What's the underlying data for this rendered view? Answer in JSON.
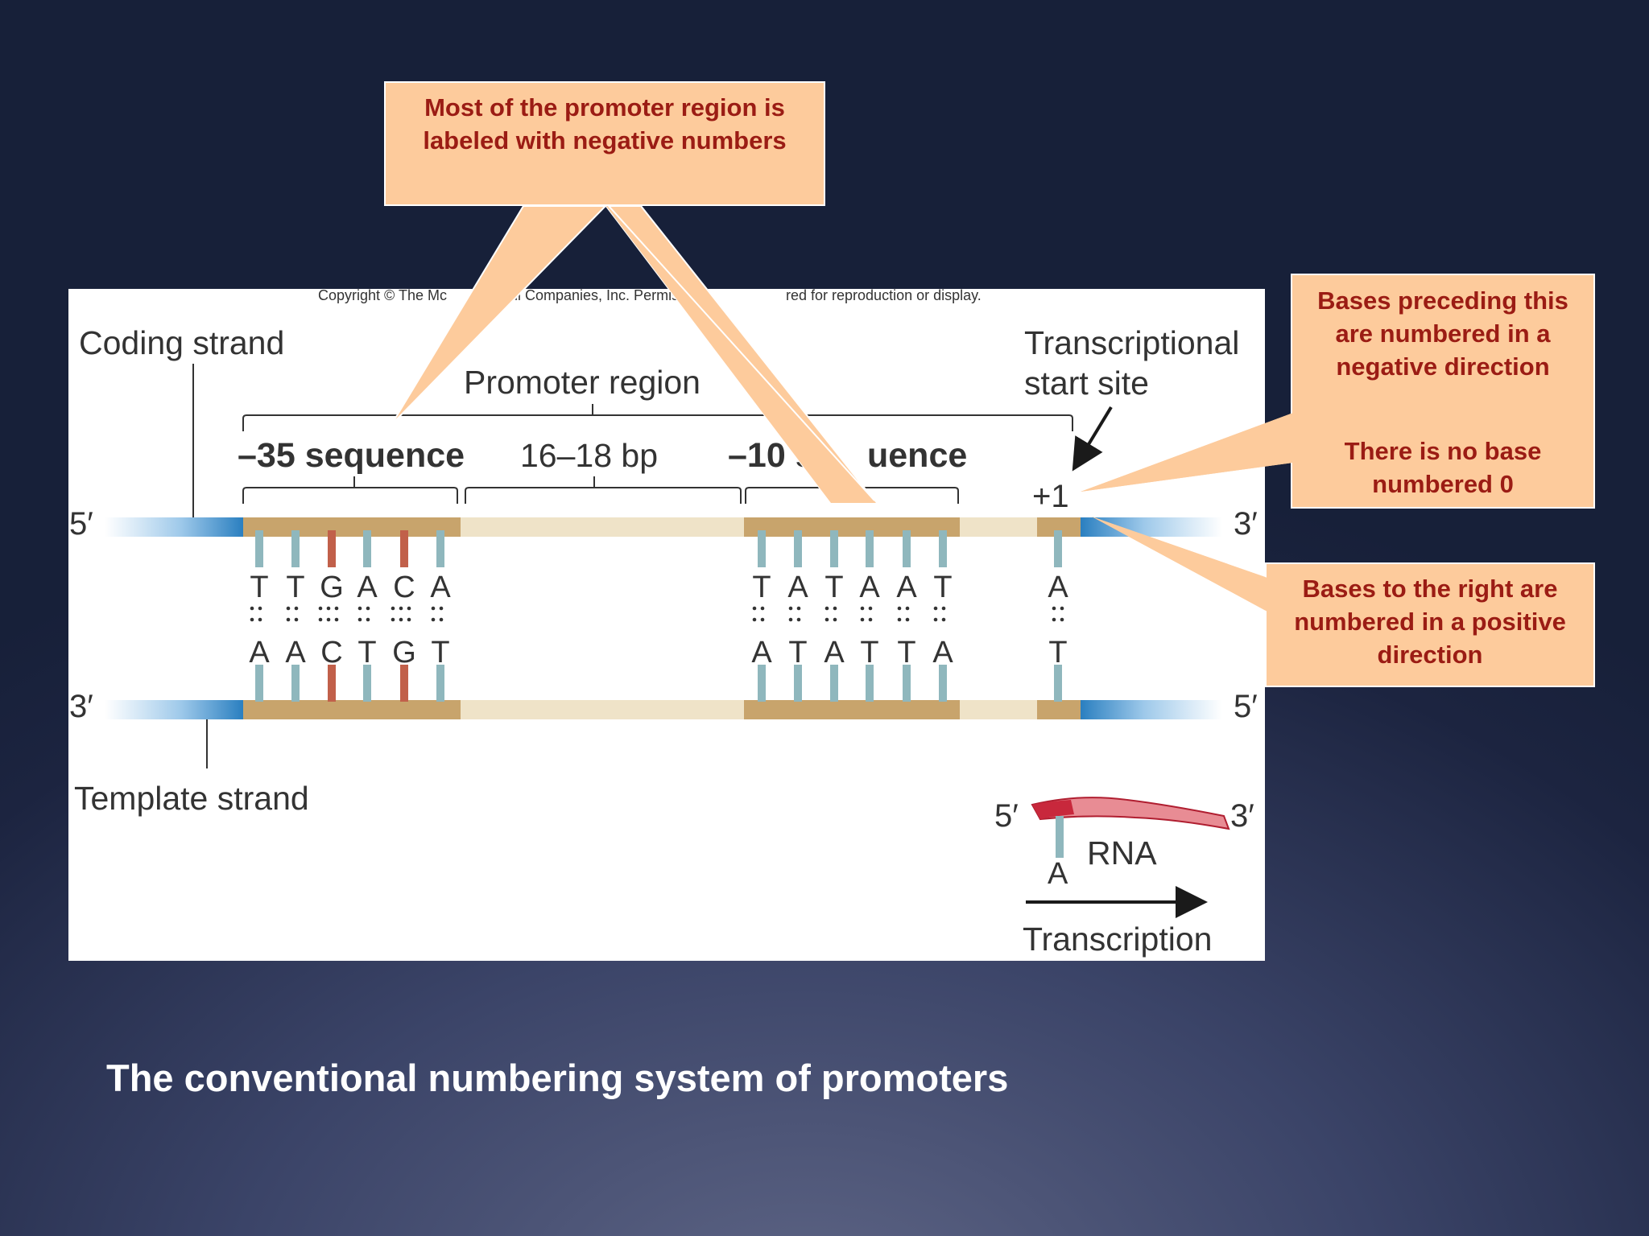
{
  "slide": {
    "caption": "The conventional numbering system of promoters"
  },
  "figure": {
    "copyright_visible": "Copyright © The Mc",
    "copyright_mid": "ill Companies, Inc. Permis",
    "copyright_end": "red for reproduction or display.",
    "coding_strand": "Coding strand",
    "template_strand": "Template strand",
    "promoter_region": "Promoter region",
    "minus35_label": "–35 sequence",
    "spacer_label": "16–18 bp",
    "minus10_label_a": "–10 se",
    "minus10_label_b": "uence",
    "tss_line1": "Transcriptional",
    "tss_line2": "start site",
    "plus1": "+1",
    "five_prime": "5′",
    "three_prime": "3′",
    "rna_label": "RNA",
    "rna_base": "A",
    "transcription_label": "Transcription",
    "minus35_pairs": [
      {
        "top": "T",
        "bottom": "A",
        "bond": "double"
      },
      {
        "top": "T",
        "bottom": "A",
        "bond": "double"
      },
      {
        "top": "G",
        "bottom": "C",
        "bond": "triple"
      },
      {
        "top": "A",
        "bottom": "T",
        "bond": "double"
      },
      {
        "top": "C",
        "bottom": "G",
        "bond": "triple"
      },
      {
        "top": "A",
        "bottom": "T",
        "bond": "double"
      }
    ],
    "minus10_pairs": [
      {
        "top": "T",
        "bottom": "A",
        "bond": "double"
      },
      {
        "top": "A",
        "bottom": "T",
        "bond": "double"
      },
      {
        "top": "T",
        "bottom": "A",
        "bond": "double"
      },
      {
        "top": "A",
        "bottom": "T",
        "bond": "double"
      },
      {
        "top": "A",
        "bottom": "T",
        "bond": "double"
      },
      {
        "top": "T",
        "bottom": "A",
        "bond": "double"
      }
    ],
    "start_pair": {
      "top": "A",
      "bottom": "T",
      "bond": "double"
    }
  },
  "callouts": {
    "negative_numbers": "Most of the promoter region is labeled with negative numbers",
    "preceding": "Bases preceding this are numbered in a negative direction",
    "no_zero": "There is no base numbered 0",
    "right_positive": "Bases to the right are numbered in a positive direction"
  },
  "colors": {
    "callout_fill": "#fdcb9c",
    "callout_text": "#9b1c14",
    "strand_blue": "#2a7fc0",
    "promoter_tan": "#c8a46c",
    "spacer_cream": "#efe3c8",
    "gc_pair": "#c1604a",
    "at_pair": "#8fb7bd",
    "rna_red": "#c8283c"
  }
}
